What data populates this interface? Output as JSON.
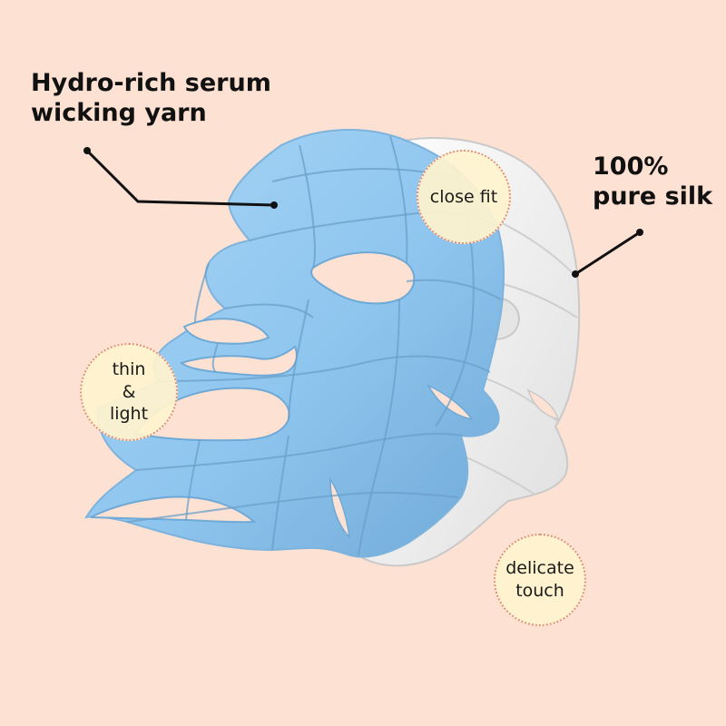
{
  "labels": {
    "serum": {
      "line1": "Hydro-rich serum",
      "line2": "wicking yarn"
    },
    "silk": {
      "line1": "100%",
      "line2": "pure silk"
    }
  },
  "badges": {
    "fit": {
      "text": "close fit"
    },
    "thin": {
      "line1": "thin",
      "line2": "&",
      "line3": "light"
    },
    "touch": {
      "line1": "delicate",
      "line2": "touch"
    }
  },
  "colors": {
    "background": "#fde1d3",
    "blue_mask": "#8fc6f0",
    "silk_mask": "#f4f4f4",
    "badge_fill": "#fff3cd",
    "badge_border": "#e08f80",
    "callout_line": "#111111"
  }
}
